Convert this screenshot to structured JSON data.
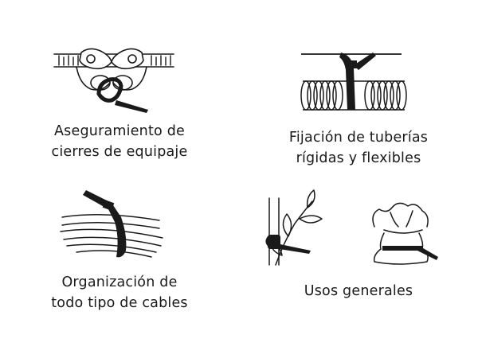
{
  "colors": {
    "ink": "#1a1a1a",
    "background": "#ffffff"
  },
  "panels": [
    {
      "id": "luggage",
      "icon": "luggage-zipper-tie-icon",
      "caption": [
        "Aseguramiento de",
        "cierres de equipaje"
      ]
    },
    {
      "id": "pipes",
      "icon": "corrugated-pipe-tie-icon",
      "caption": [
        "Fijación de tuberías",
        "rígidas y flexibles"
      ]
    },
    {
      "id": "cables",
      "icon": "cable-bundle-tie-icon",
      "caption": [
        "Organización de",
        "todo tipo de cables"
      ]
    },
    {
      "id": "general",
      "icon": "plant-and-bag-tie-icon",
      "caption": [
        "Usos generales"
      ]
    }
  ]
}
